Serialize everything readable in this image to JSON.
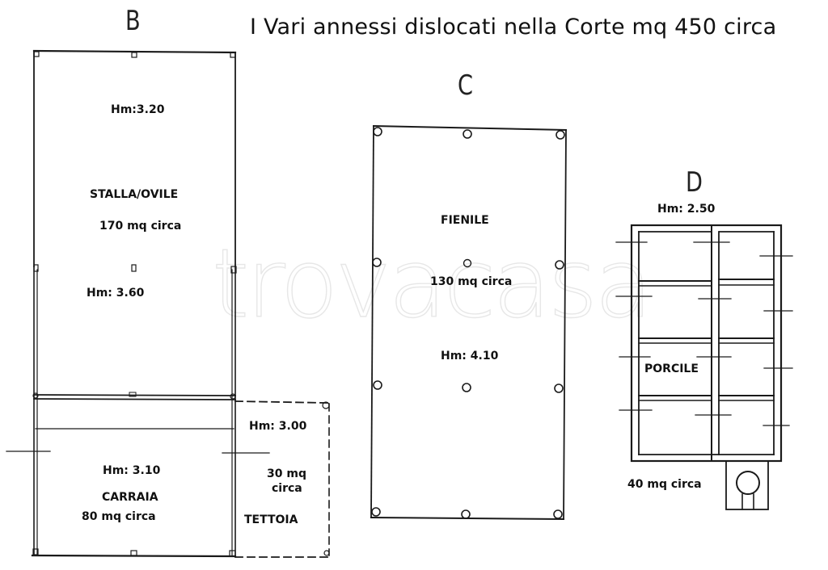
{
  "title": "I Vari annessi dislocati nella Corte mq 450 circa",
  "watermark": "trovacasa",
  "colors": {
    "ink": "#111111",
    "line": "#1a1a1a",
    "watermark": "#e6e6e6",
    "background": "#ffffff"
  },
  "buildings": {
    "B": {
      "letter": "B",
      "stalla": {
        "height_top": "Hm:3.20",
        "name": "STALLA/OVILE",
        "area": "170 mq circa",
        "height_bottom": "Hm: 3.60"
      },
      "carraia": {
        "height": "Hm: 3.10",
        "name": "CARRAIA",
        "area": "80 mq circa"
      },
      "tettoia": {
        "height": "Hm: 3.00",
        "area_line1": "30 mq",
        "area_line2": "circa",
        "name": "TETTOIA"
      }
    },
    "C": {
      "letter": "C",
      "name": "FIENILE",
      "area": "130 mq circa",
      "height": "Hm: 4.10"
    },
    "D": {
      "letter": "D",
      "height": "Hm: 2.50",
      "name": "PORCILE",
      "area": "40 mq circa"
    }
  }
}
